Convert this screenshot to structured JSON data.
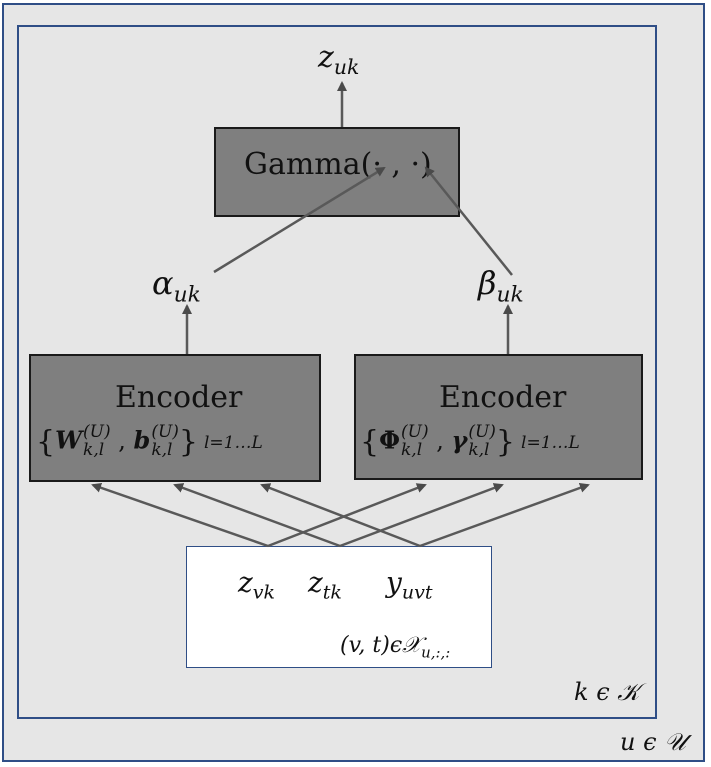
{
  "nodes": {
    "z_out": {
      "base": "z",
      "sub": "uk"
    },
    "gamma_box": {
      "func": "Gamma",
      "args": "(· , ·)"
    },
    "alpha": {
      "base": "α",
      "sub": "uk"
    },
    "beta": {
      "base": "β",
      "sub": "uk"
    },
    "encoder_left": {
      "title": "Encoder",
      "p1": "W",
      "p1_sup": "(U)",
      "p1_sub": "k,l",
      "p2": "b",
      "p2_sup": "(U)",
      "p2_sub": "k,l",
      "range": "l=1…L"
    },
    "encoder_right": {
      "title": "Encoder",
      "p1": "Φ",
      "p1_sup": "(U)",
      "p1_sub": "k,l",
      "p2": "γ",
      "p2_sup": "(U)",
      "p2_sub": "k,l",
      "range": "l=1…L"
    },
    "inputs": {
      "z_vk": {
        "base": "z",
        "sub": "vk"
      },
      "z_tk": {
        "base": "z",
        "sub": "tk"
      },
      "y_uvt": {
        "base": "y",
        "sub": "uvt"
      },
      "index": {
        "prefix": "(v, t)",
        "member": "ϵ",
        "set": "𝒳",
        "set_sub": "u,:,:"
      }
    }
  },
  "plates": {
    "inner": {
      "var": "k",
      "member": "ϵ",
      "set": "𝒦"
    },
    "outer": {
      "var": "u",
      "member": "ϵ",
      "set": "𝒰"
    }
  }
}
